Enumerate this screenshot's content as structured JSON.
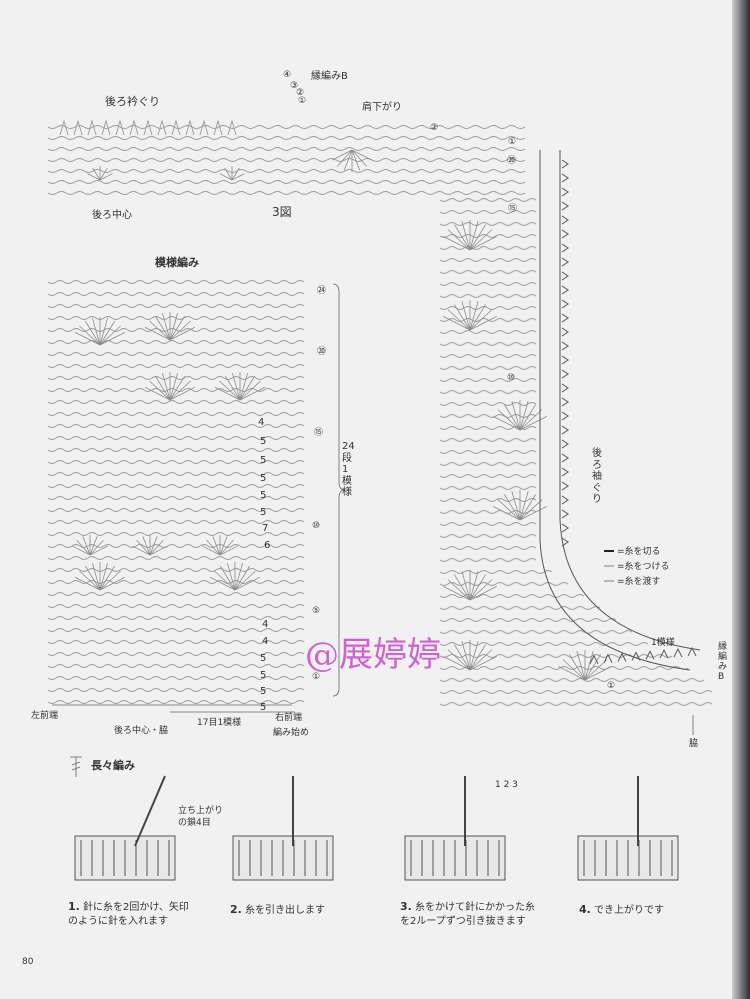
{
  "labels": {
    "back_neckline": "後ろ衿ぐり",
    "edging_b_top": "縁編みB",
    "shoulder_dec": "肩下がり",
    "back_center_top": "後ろ中心",
    "figure": "3図",
    "pattern_title": "模様編み",
    "rows_bracket": "24段1模様",
    "back_armhole": "後ろ袖ぐり",
    "left_front_edge": "左前端",
    "back_center_side": "後ろ中心・脇",
    "repeat_17": "17目1模様",
    "right_front_edge": "右前端",
    "edge_start": "編み始め",
    "one_pattern": "1模様",
    "edging_b_side": "縁編みB",
    "side_seam": "脇",
    "dtr_title": "長々編み",
    "turning_chain": "立ち上がりの鎖4目",
    "page_num": "80",
    "watermark": "@展婷婷"
  },
  "legend": [
    "=糸を切る",
    "=糸をつける",
    "=糸を渡す"
  ],
  "stitch_counts": [
    "4",
    "5",
    "5",
    "5",
    "5",
    "5",
    "7",
    "6",
    "4",
    "4",
    "5",
    "5",
    "5",
    "5"
  ],
  "row_markers": [
    "㉔",
    "⑳",
    "⑮",
    "⑩",
    "⑤",
    "①"
  ],
  "yoke_markers": [
    "④",
    "③",
    "②",
    "①",
    "②",
    "①",
    "⑳",
    "⑮",
    "⑩",
    "①"
  ],
  "steps": [
    {
      "n": "1.",
      "line1": "針に糸を2回かけ、矢印",
      "line2": "のように針を入れます"
    },
    {
      "n": "2.",
      "line1": "糸を引き出します",
      "line2": ""
    },
    {
      "n": "3.",
      "line1": "糸をかけて針にかかった糸",
      "line2": "を2ループずつ引き抜きます"
    },
    {
      "n": "4.",
      "line1": "でき上がりです",
      "line2": ""
    }
  ],
  "step3_digits": "1 2 3"
}
